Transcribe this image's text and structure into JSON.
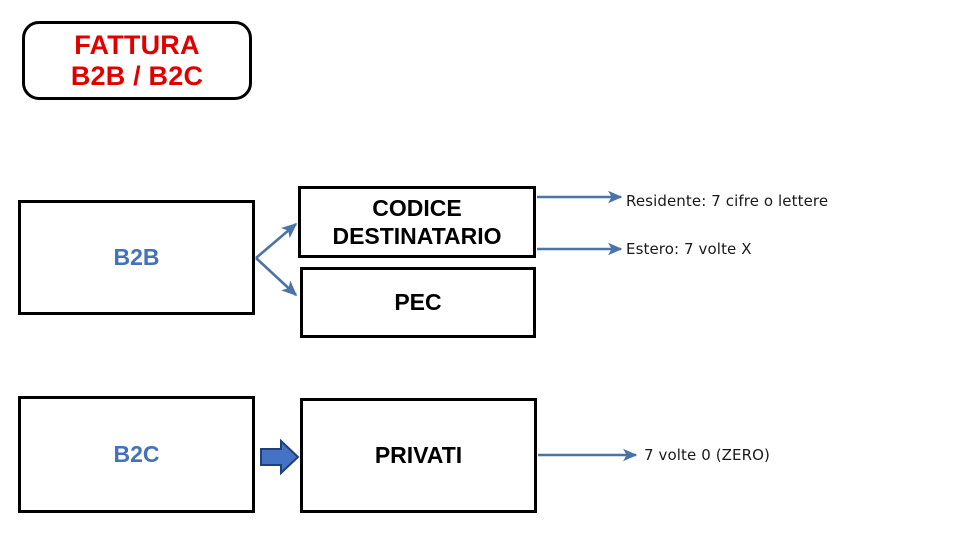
{
  "slide": {
    "title_lines": [
      "FATTURA",
      "B2B / B2C"
    ],
    "title_color": "#E00000",
    "background": "#ffffff"
  },
  "boxes": {
    "b2b": {
      "label": "B2B",
      "text_color": "#4472B8"
    },
    "b2c": {
      "label": "B2C",
      "text_color": "#4472B8"
    },
    "codice_destinatario": {
      "line1": "CODICE",
      "line2": "DESTINATARIO",
      "text_color": "#000000"
    },
    "pec": {
      "label": "PEC",
      "text_color": "#000000"
    },
    "privati": {
      "label": "PRIVATI",
      "text_color": "#000000"
    }
  },
  "notes": {
    "residente": "Residente: 7 cifre o lettere",
    "estero": "Estero: 7 volte X",
    "zero": "7 volte 0 (ZERO)"
  },
  "connectors": {
    "line_color": "#4A73A8",
    "block_arrow_fill": "#4472C4",
    "block_arrow_stroke": "#20407A",
    "items": [
      {
        "name": "b2b-to-codice-arrow",
        "type": "line-arrow"
      },
      {
        "name": "b2b-to-pec-arrow",
        "type": "line-arrow"
      },
      {
        "name": "codice-to-residente-arrow",
        "type": "line-arrow"
      },
      {
        "name": "codice-to-estero-arrow",
        "type": "line-arrow"
      },
      {
        "name": "privati-to-zero-arrow",
        "type": "line-arrow"
      },
      {
        "name": "b2c-to-privati-block-arrow",
        "type": "block-arrow"
      }
    ]
  }
}
